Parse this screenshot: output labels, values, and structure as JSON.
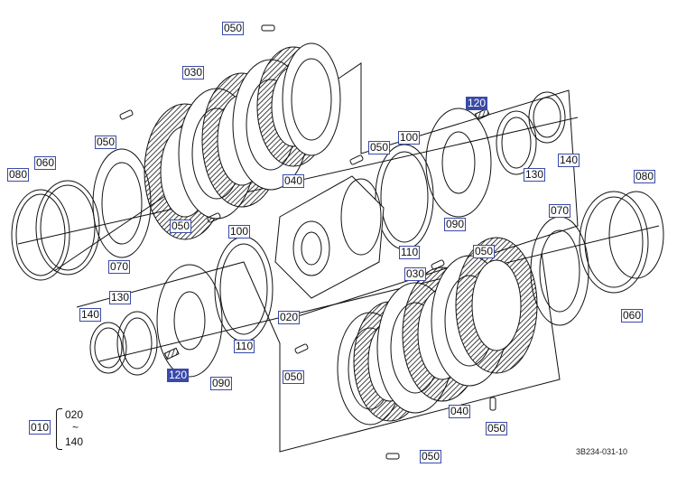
{
  "labels": {
    "top_050": "050",
    "upper_030": "030",
    "upper_050_left": "050",
    "upper_060": "060",
    "upper_080": "080",
    "upper_070": "070",
    "upper_050_bottom": "050",
    "upper_040": "040",
    "upper_050_right": "050",
    "upper_100": "100",
    "upper_120": "120",
    "upper_130": "130",
    "upper_140": "140",
    "upper_090": "090",
    "upper_110": "110",
    "hub_020": "020",
    "lower_100": "100",
    "lower_110": "110",
    "lower_130": "130",
    "lower_140": "140",
    "lower_120": "120",
    "lower_090": "090",
    "lower_050_top": "050",
    "lower_030": "030",
    "lower_070": "070",
    "lower_080": "080",
    "lower_060": "060",
    "lower_050_left": "050",
    "lower_040": "040",
    "lower_050_right": "050",
    "lower_050_bottom": "050"
  },
  "kit": {
    "code": "010",
    "range_start": "020",
    "range_sep": "~",
    "range_end": "140"
  },
  "figure_ref": "3B234-031-10",
  "colors": {
    "label_border": "#3a4aa8",
    "highlight": "#3a4aa8",
    "line": "#111111"
  }
}
